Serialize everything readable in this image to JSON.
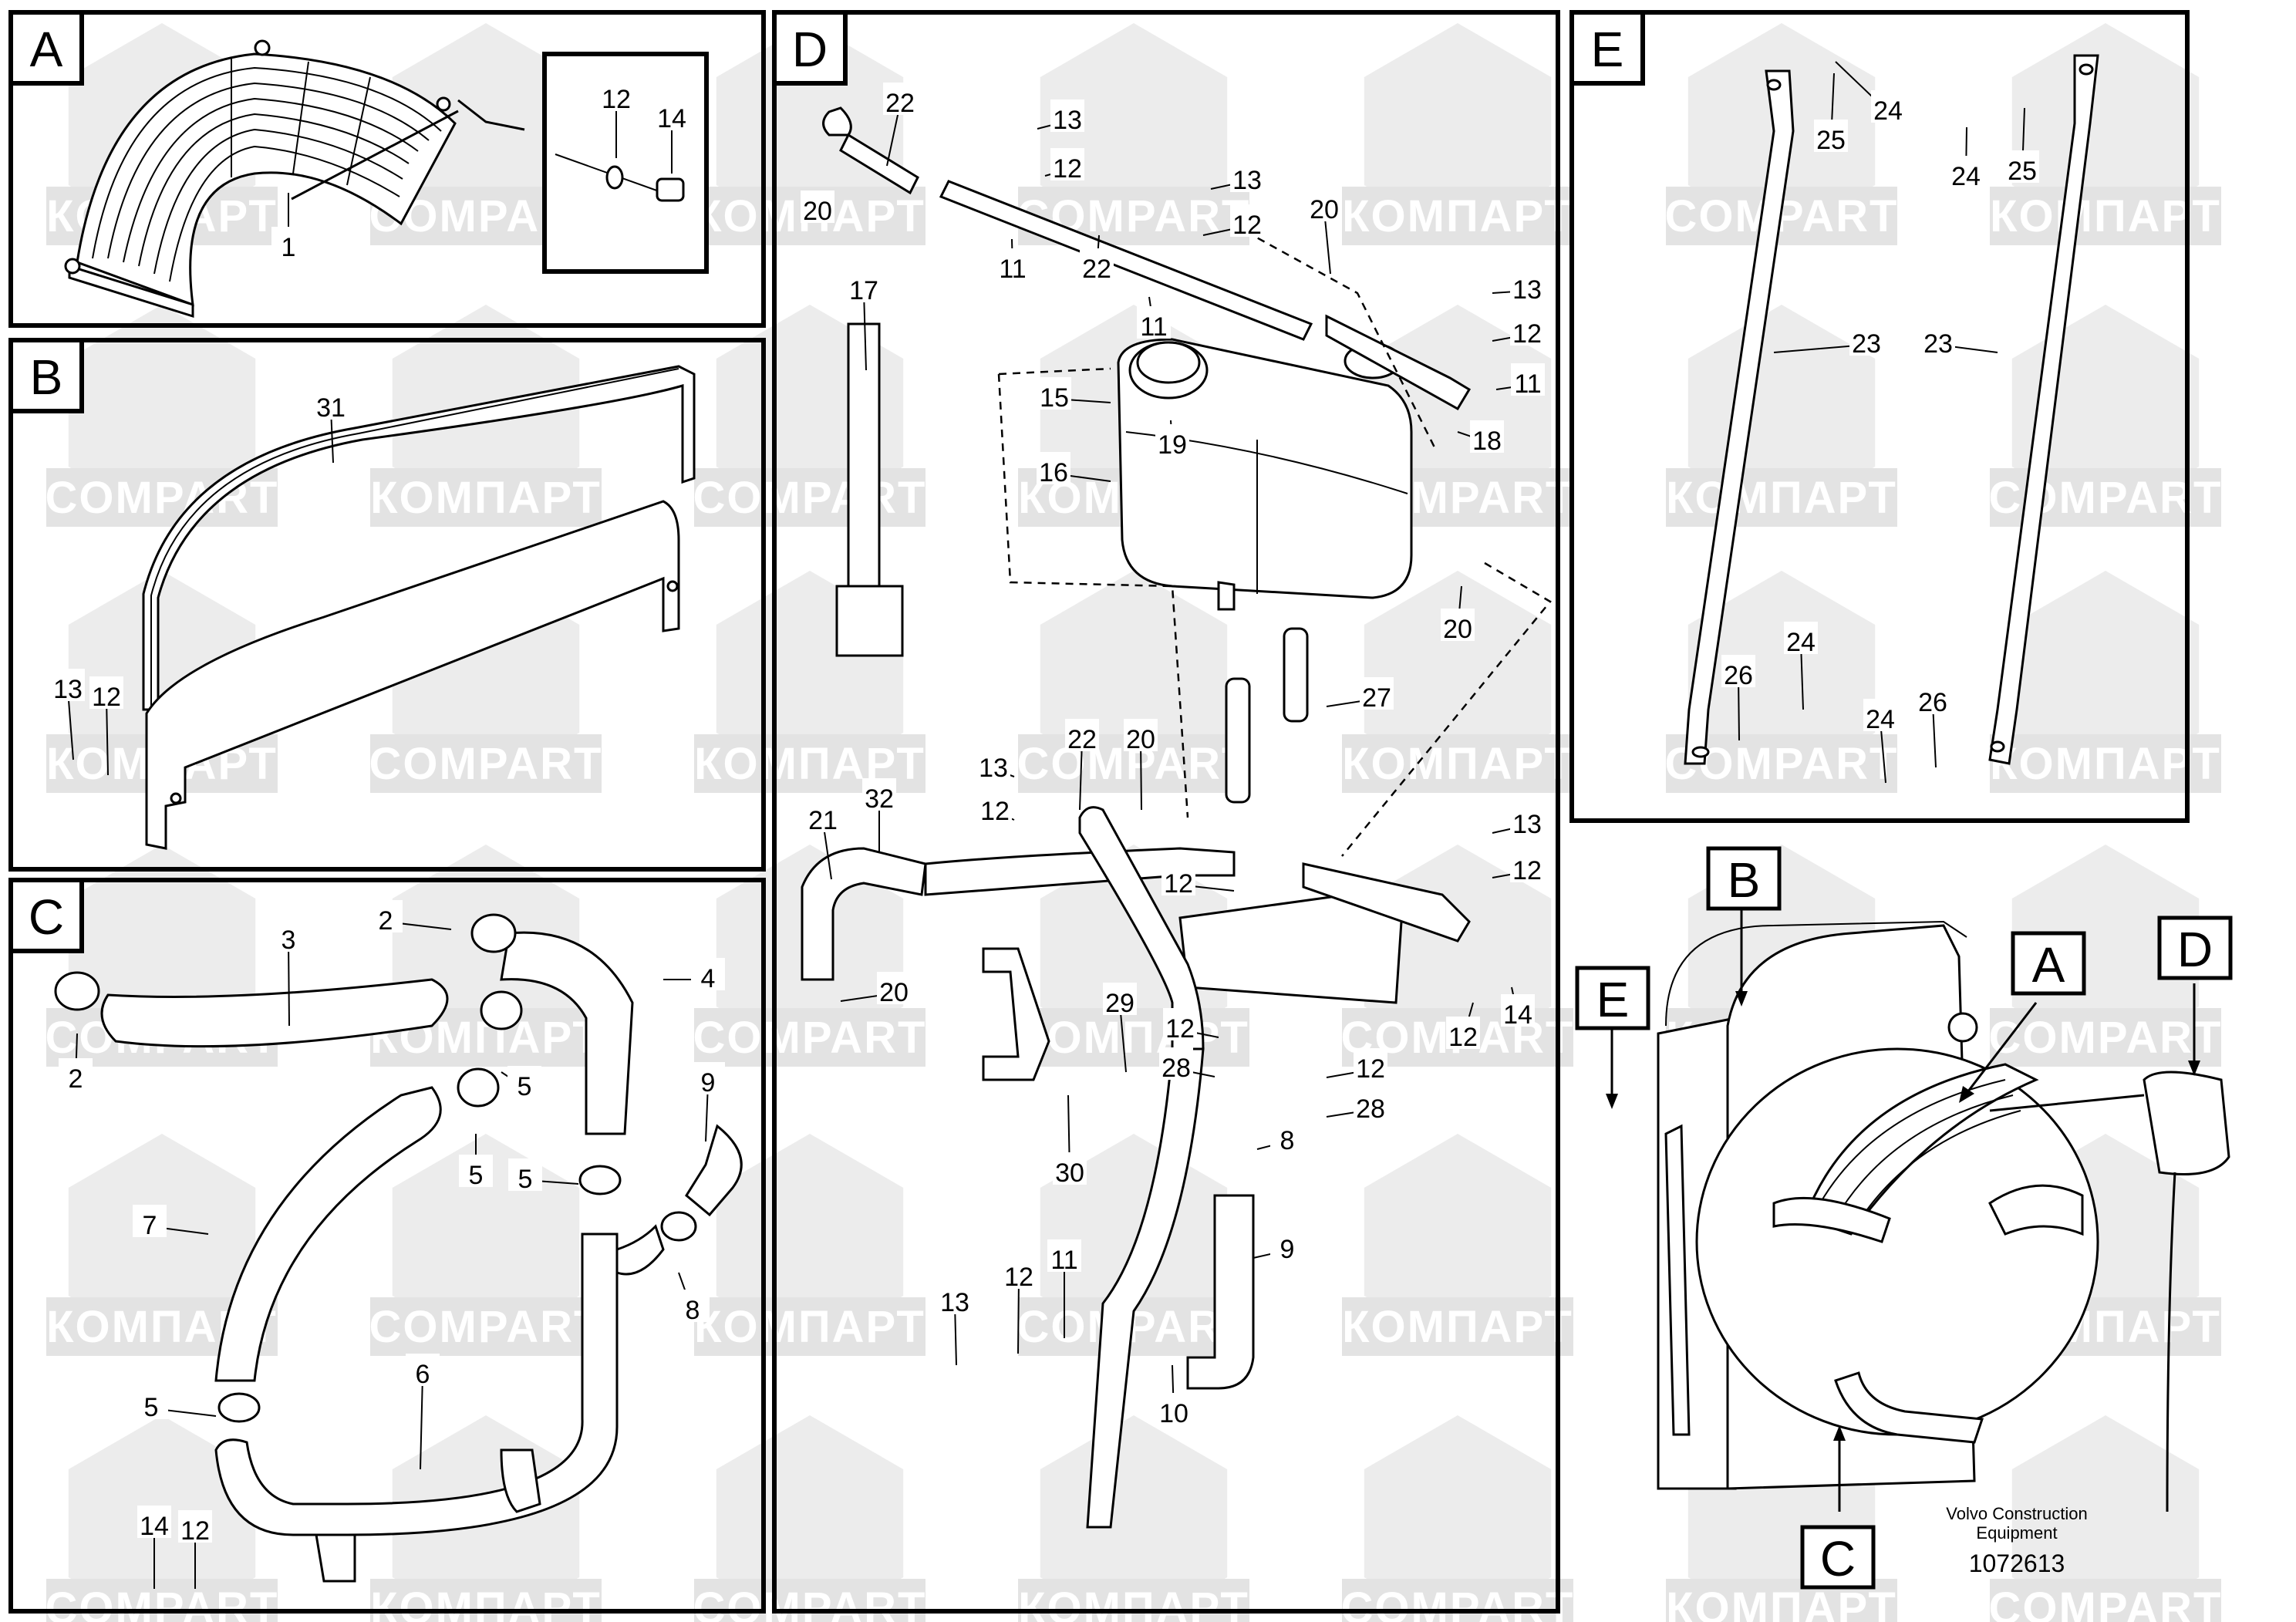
{
  "watermark": {
    "text_cyr": "КОМПАРТ",
    "text_lat": "COMPART"
  },
  "sections": {
    "A": {
      "label": "A",
      "parts": [
        "1",
        "12",
        "14"
      ]
    },
    "B": {
      "label": "B",
      "parts": [
        "31",
        "13",
        "12"
      ]
    },
    "C": {
      "label": "C",
      "parts": [
        "2",
        "3",
        "4",
        "2",
        "5",
        "5",
        "5",
        "7",
        "9",
        "8",
        "6",
        "5",
        "14",
        "12"
      ]
    },
    "D": {
      "label": "D",
      "parts": [
        "22",
        "20",
        "13",
        "12",
        "13",
        "12",
        "11",
        "22",
        "11",
        "20",
        "13",
        "12",
        "11",
        "17",
        "15",
        "19",
        "18",
        "16",
        "20",
        "27",
        "13",
        "22",
        "20",
        "12",
        "21",
        "32",
        "13",
        "12",
        "20",
        "12",
        "29",
        "12",
        "28",
        "12",
        "14",
        "12",
        "28",
        "30",
        "8",
        "9",
        "13",
        "12",
        "11",
        "10"
      ]
    },
    "E": {
      "label": "E",
      "parts": [
        "24",
        "25",
        "24",
        "25",
        "23",
        "23",
        "24",
        "26",
        "24",
        "26"
      ]
    }
  },
  "overview": {
    "callouts": [
      "B",
      "A",
      "D",
      "E",
      "C"
    ]
  },
  "footer": {
    "company": "Volvo Construction",
    "sub": "Equipment",
    "doc_number": "1072613"
  }
}
